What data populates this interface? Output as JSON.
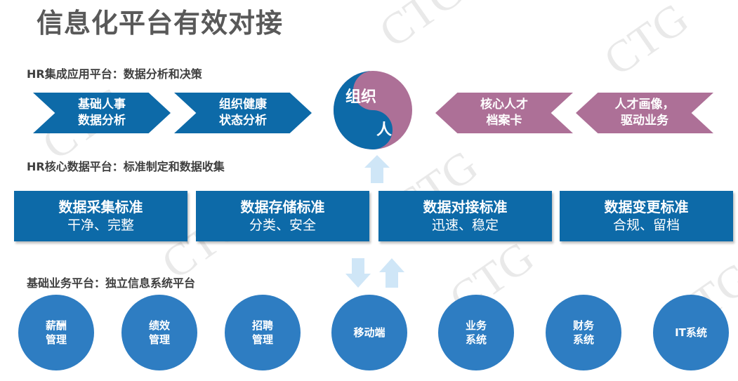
{
  "title": "信息化平台有效对接",
  "watermark": "CTG",
  "app_platform": {
    "label": "HR集成应用平台：数据分析和决策",
    "chevrons_left": [
      {
        "lines": [
          "基础人事",
          "数据分析"
        ]
      },
      {
        "lines": [
          "组织健康",
          "状态分析"
        ]
      }
    ],
    "center": {
      "top": "组织",
      "bottom": "人"
    },
    "chevrons_right": [
      {
        "lines": [
          "核心人才",
          "档案卡"
        ]
      },
      {
        "lines": [
          "人才画像，",
          "驱动业务"
        ]
      }
    ]
  },
  "core_platform": {
    "label": "HR核心数据平台：标准制定和数据收集",
    "standards": [
      {
        "title": "数据采集标准",
        "sub": "干净、完整"
      },
      {
        "title": "数据存储标准",
        "sub": "分类、安全"
      },
      {
        "title": "数据对接标准",
        "sub": "迅速、稳定"
      },
      {
        "title": "数据变更标准",
        "sub": "合规、留档"
      }
    ]
  },
  "base_platform": {
    "label": "基础业务平台：独立信息系统平台",
    "systems": [
      {
        "lines": [
          "薪酬",
          "管理"
        ]
      },
      {
        "lines": [
          "绩效",
          "管理"
        ]
      },
      {
        "lines": [
          "招聘",
          "管理"
        ]
      },
      {
        "lines": [
          "移动端"
        ]
      },
      {
        "lines": [
          "业务",
          "系统"
        ]
      },
      {
        "lines": [
          "财务",
          "系统"
        ]
      },
      {
        "lines": [
          "IT系统"
        ]
      }
    ]
  },
  "colors": {
    "blue": "#0d6aa8",
    "pink": "#ad7097",
    "circle_blue": "#2e7dc2",
    "arrow_light": "#cfe6f7"
  }
}
